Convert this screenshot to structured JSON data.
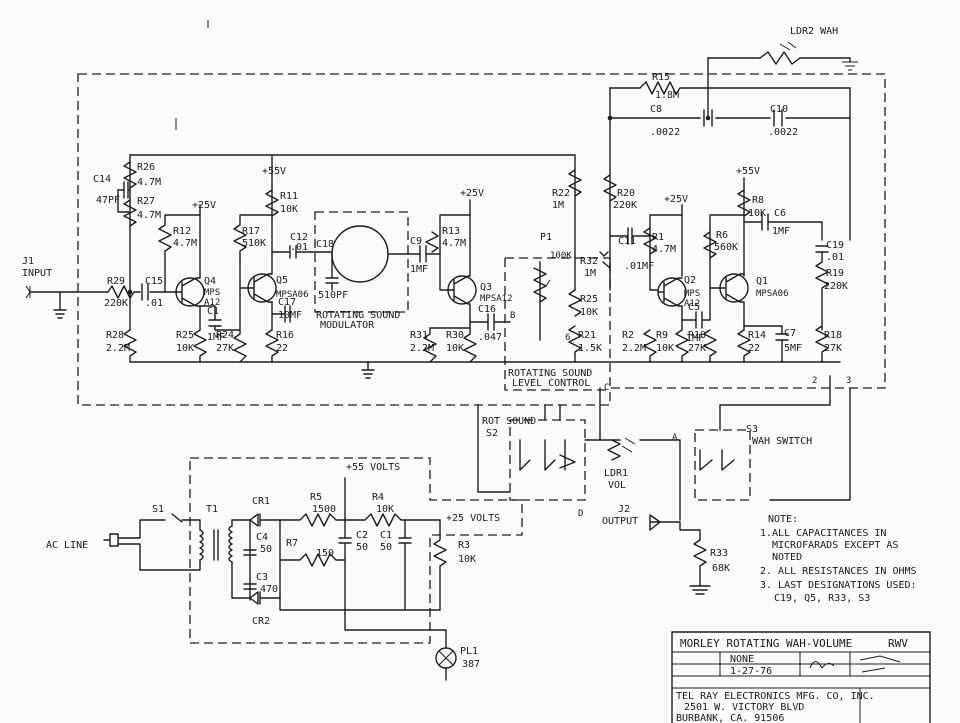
{
  "labels": {
    "ldr2": "LDR2 WAH",
    "r15": "R15",
    "r15v": "1.8M",
    "c8": "C8",
    "c8v": ".0022",
    "c10": "C10",
    "c10v": ".0022",
    "r26": "R26",
    "r26v": "4.7M",
    "c14": "C14",
    "c14v": "47PF",
    "r27": "R27",
    "r27v": "4.7M",
    "v55a": "+55V",
    "r11": "R11",
    "r11v": "10K",
    "v25a": "+25V",
    "r12": "R12",
    "r12v": "4.7M",
    "r17": "R17",
    "r17v": "510K",
    "c12": "C12",
    "c12v": ".01",
    "c18": "C18",
    "c18v": "510PF",
    "mod1": "ROTATING SOUND",
    "mod2": "MODULATOR",
    "c9": "C9",
    "c9v": "1MF",
    "v25b": "+25V",
    "r13": "R13",
    "r13v": "4.7M",
    "r22": "R22",
    "r22v": "1M",
    "p1": "P1",
    "p1v": "100K",
    "r20": "R20",
    "r20v": "220K",
    "c11": "C11",
    "c11v": ".01MF",
    "r32": "R32",
    "r32v": "1M",
    "v25c": "+25V",
    "r1": "R1",
    "r1v": "4.7M",
    "v55b": "+55V",
    "r8": "R8",
    "r8v": "10K",
    "c6": "C6",
    "c6v": "1MF",
    "r6": "R6",
    "r6v": "560K",
    "c19": "C19",
    "c19v": ".01",
    "r19": "R19",
    "r19v": "220K",
    "j1": "J1",
    "input": "INPUT",
    "r29": "R29",
    "r29v": "220K",
    "c15": "C15",
    "c15v": ".01",
    "q4": "Q4",
    "q4t": "MPS",
    "q4t2": "A12",
    "q5": "Q5",
    "q5t": "MPSA06",
    "q3": "Q3",
    "q3t": "MPSA12",
    "q2": "Q2",
    "q2t": "MPS",
    "q2t2": "A12",
    "q1": "Q1",
    "q1t": "MPSA06",
    "c1": "C1",
    "c1v": "1MF",
    "c17": "C17",
    "c17v": "10MF",
    "c16": "C16",
    "c16v": ".047",
    "r25b": "R25",
    "r25bv": "10K",
    "r21": "R21",
    "r21v": "1.5K",
    "c5": "C5",
    "c5v": "1MF",
    "r28": "R28",
    "r28v": "2.2M",
    "r25": "R25",
    "r25v": "10K",
    "r24": "R24",
    "r24v": "27K",
    "r16": "R16",
    "r16v": "22",
    "r31": "R31",
    "r31v": "2.2M",
    "r30": "R30",
    "r30v": "10K",
    "r2": "R2",
    "r2v": "2.2M",
    "r9": "R9",
    "r9v": "10K",
    "r10": "R10",
    "r10v": "27K",
    "r14": "R14",
    "r14v": "22",
    "c7": "C7",
    "c7v": "5MF",
    "r18": "R18",
    "r18v": "27K",
    "rslc1": "ROTATING SOUND",
    "rslc2": "LEVEL CONTROL",
    "rotsound": "ROT SOUND",
    "s2": "S2",
    "s3": "S3",
    "wahsw": "WAH SWITCH",
    "ldr1": "LDR1",
    "vol": "VOL",
    "j2": "J2",
    "output": "OUTPUT",
    "r33": "R33",
    "r33v": "68K",
    "v55c": "+55 VOLTS",
    "v25d": "+25 VOLTS",
    "s1": "S1",
    "t1": "T1",
    "acline": "AC LINE",
    "cr1": "CR1",
    "cr2": "CR2",
    "r5": "R5",
    "r5v": "1500",
    "r4": "R4",
    "r4v": "10K",
    "r7": "R7",
    "r7v": "150",
    "c4": "C4",
    "c4v": "50",
    "c3": "C3",
    "c3v": "470",
    "c2": "C2",
    "c2v": "50",
    "c1b": "C1",
    "c1bv": "50",
    "r3": "R3",
    "r3v": "10K",
    "pl1": "PL1",
    "pl1v": "387",
    "nA": "A",
    "nB": "B",
    "nC": "C",
    "nD": "D",
    "n2": "2",
    "n3": "3",
    "n6": "6"
  },
  "notes": {
    "title": "NOTE:",
    "n1a": "1.ALL CAPACITANCES IN",
    "n1b": "MICROFARADS EXCEPT AS",
    "n1c": "NOTED",
    "n2": "2. ALL RESISTANCES IN OHMS",
    "n3a": "3. LAST DESIGNATIONS USED:",
    "n3b": "C19, Q5, R33, S3"
  },
  "title_block": {
    "title": "MORLEY ROTATING WAH-VOLUME",
    "model": "RWV",
    "scale": "NONE",
    "date": "1-27-76",
    "company1": "TEL RAY ELECTRONICS MFG. CO, INC.",
    "company2": "2501 W. VICTORY BLVD",
    "company3": "BURBANK, CA. 91506"
  }
}
